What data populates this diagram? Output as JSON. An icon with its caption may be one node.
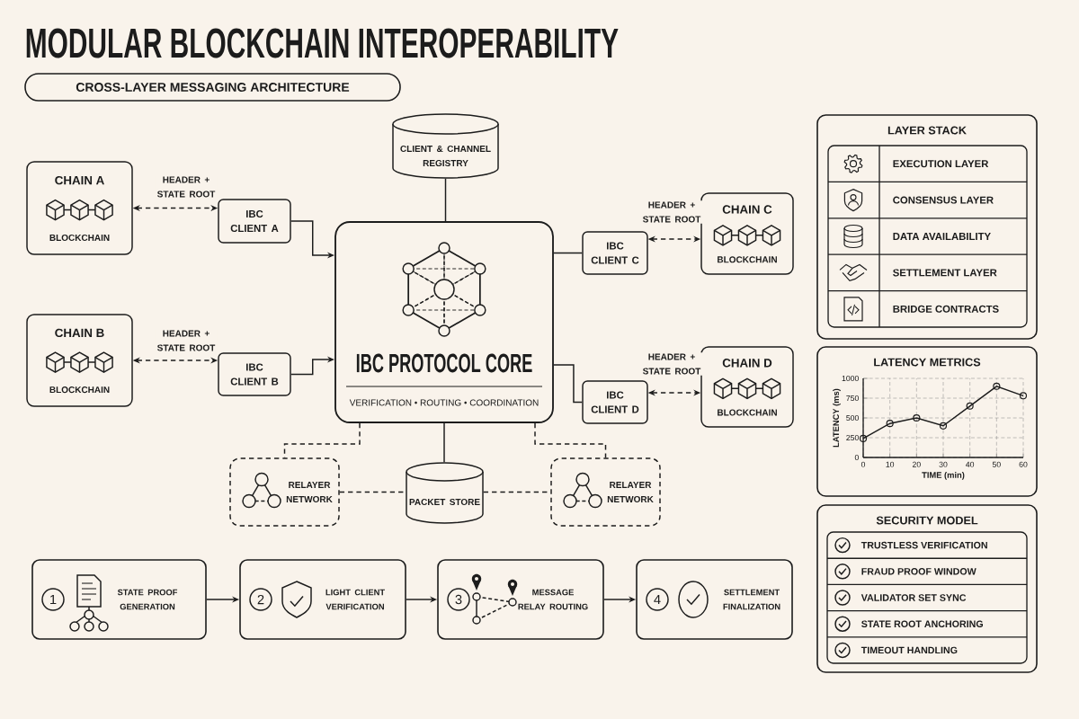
{
  "diagram": {
    "title": "MODULAR BLOCKCHAIN INTEROPERABILITY",
    "nodes": [
      {
        "text": [
          "CROSS-LAYER MESSAGING ARCHITECTURE"
        ]
      },
      {
        "text": [
          "CLIENT & CHANNEL REGISTRY"
        ]
      },
      {
        "text": [
          "CHAIN A",
          "BLOCKCHAIN"
        ]
      },
      {
        "text": [
          "IBC CLIENT A"
        ]
      },
      {
        "text": [
          "IBC PROTOCOL CORE",
          "VERIFICATION • ROUTING • COORDINATION"
        ]
      },
      {
        "text": [
          "IBC CLIENT C"
        ]
      },
      {
        "text": [
          "CHAIN C",
          "BLOCKCHAIN"
        ]
      },
      {
        "text": [
          "CHAIN B",
          "BLOCKCHAIN"
        ]
      },
      {
        "text": [
          "IBC CLIENT B"
        ]
      },
      {
        "text": [
          "IBC CLIENT D"
        ]
      },
      {
        "text": [
          "CHAIN D",
          "BLOCKCHAIN"
        ]
      },
      {
        "text": [
          "RELAYER NETWORK"
        ]
      },
      {
        "text": [
          "PACKET STORE"
        ]
      },
      {
        "text": [
          "RELAYER NETWORK"
        ]
      },
      {
        "text": [
          "1",
          "STATE PROOF GENERATION"
        ]
      },
      {
        "text": [
          "2",
          "LIGHT CLIENT VERIFICATION"
        ]
      },
      {
        "text": [
          "3",
          "MESSAGE RELAY ROUTING"
        ]
      },
      {
        "text": [
          "4",
          "SETTLEMENT FINALIZATION"
        ]
      },
      {
        "text": [
          "LAYER STACK"
        ]
      },
      {
        "text": [
          "EXECUTION LAYER"
        ],
        "in": 18
      },
      {
        "text": [
          "CONSENSUS LAYER"
        ],
        "in": 18
      },
      {
        "text": [
          "DATA AVAILABILITY"
        ],
        "in": 18
      },
      {
        "text": [
          "SETTLEMENT LAYER"
        ],
        "in": 18
      },
      {
        "text": [
          "BRIDGE CONTRACTS"
        ],
        "in": 18
      },
      {
        "text": [
          "LATENCY METRICS"
        ]
      },
      {
        "text": [
          "SECURITY MODEL"
        ]
      },
      {
        "text": [
          "TRUSTLESS VERIFICATION"
        ],
        "in": 25
      },
      {
        "text": [
          "FRAUD PROOF WINDOW"
        ],
        "in": 25
      },
      {
        "text": [
          "VALIDATOR SET SYNC"
        ],
        "in": 25
      },
      {
        "text": [
          "STATE ROOT ANCHORING"
        ],
        "in": 25
      },
      {
        "text": [
          "TIMEOUT HANDLING"
        ],
        "in": 25
      }
    ],
    "edges": [
      {
        "from": 2,
        "to": 3,
        "arrow": "both",
        "style": "dashed",
        "label": "HEADER + STATE ROOT"
      },
      {
        "from": 3,
        "to": 4,
        "arrow": "to"
      },
      {
        "from": 1,
        "to": 4,
        "arrow": "none"
      },
      {
        "from": 4,
        "to": 5,
        "arrow": "none"
      },
      {
        "from": 5,
        "to": 6,
        "arrow": "both",
        "style": "dashed",
        "label": "HEADER + STATE ROOT"
      },
      {
        "from": 7,
        "to": 8,
        "arrow": "both",
        "style": "dashed",
        "label": "HEADER + STATE ROOT"
      },
      {
        "from": 8,
        "to": 4,
        "arrow": "to"
      },
      {
        "from": 4,
        "to": 9,
        "arrow": "none"
      },
      {
        "from": 9,
        "to": 10,
        "arrow": "both",
        "style": "dashed",
        "label": "HEADER + STATE ROOT"
      },
      {
        "from": 4,
        "to": 11,
        "arrow": "none",
        "style": "dashed"
      },
      {
        "from": 4,
        "to": 13,
        "arrow": "none",
        "style": "dashed"
      },
      {
        "from": 4,
        "to": 12,
        "arrow": "none"
      },
      {
        "from": 11,
        "to": 12,
        "arrow": "none",
        "style": "dashed"
      },
      {
        "from": 12,
        "to": 13,
        "arrow": "none",
        "style": "dashed"
      },
      {
        "from": 14,
        "to": 15,
        "arrow": "to"
      },
      {
        "from": 15,
        "to": 16,
        "arrow": "to"
      },
      {
        "from": 16,
        "to": 17,
        "arrow": "to"
      }
    ],
    "chart_data": {
      "type": "line",
      "xlabel": "TIME (min)",
      "ylabel": "LATENCY (ms)",
      "x": [
        0,
        10,
        20,
        30,
        40,
        50,
        60
      ],
      "series": [
        {
          "color": "#1c1c1c",
          "marker": "circle",
          "values": [
            240,
            430,
            500,
            400,
            650,
            900,
            780
          ]
        }
      ],
      "grid": true,
      "xlim": [
        0,
        60
      ],
      "ylim": [
        0,
        1000
      ],
      "xticks": [
        0,
        10,
        20,
        30,
        40,
        50,
        60
      ],
      "yticks": [
        0,
        250,
        500,
        750,
        1000
      ]
    }
  }
}
